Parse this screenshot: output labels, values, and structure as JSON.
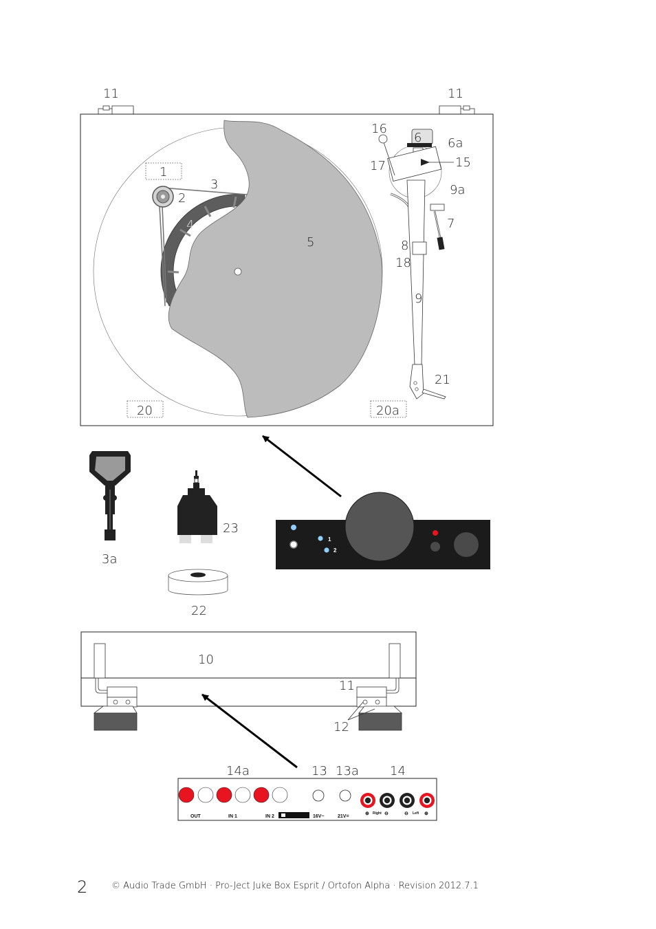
{
  "diagram": {
    "callouts": {
      "c1": "1",
      "c2": "2",
      "c3": "3",
      "c3a": "3a",
      "c4": "4",
      "c5": "5",
      "c6": "6",
      "c6a": "6a",
      "c7": "7",
      "c8": "8",
      "c9": "9",
      "c9a": "9a",
      "c10": "10",
      "c11_left": "11",
      "c11_right": "11",
      "c11_hinge": "11",
      "c12": "12",
      "c13": "13",
      "c13a": "13a",
      "c14": "14",
      "c14a": "14a",
      "c15": "15",
      "c16": "16",
      "c17": "17",
      "c18": "18",
      "c20": "20",
      "c20a": "20a",
      "c21": "21",
      "c22": "22",
      "c23": "23"
    },
    "front_panel": {
      "led1": "1",
      "led2": "2"
    },
    "rear_panel": {
      "out": "OUT",
      "in1": "IN 1",
      "in2": "IN 2",
      "power16": "16V~",
      "power21": "21V=",
      "right": "Right",
      "left": "Left"
    },
    "colors": {
      "platter_gray": "#bcbcbc",
      "dark_gray": "#5a5a5a",
      "socket_red": "#e8141f",
      "led_blue": "#8fd0ff",
      "panel_black": "#1b1b1b"
    }
  },
  "footer": {
    "page_number": "2",
    "copyright": "© Audio Trade GmbH · Pro-Ject Juke Box Esprit / Ortofon Alpha · Revision  2012.7.1"
  }
}
